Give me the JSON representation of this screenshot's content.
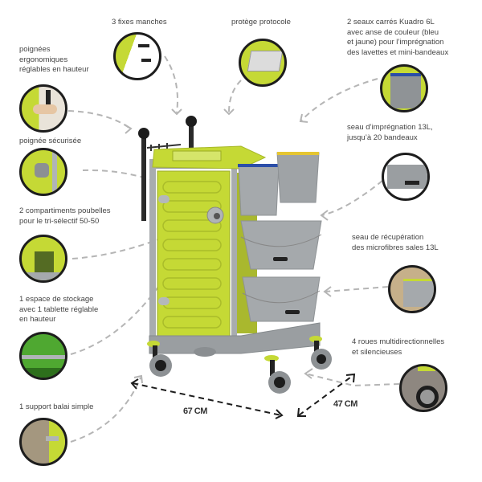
{
  "features": {
    "manches": "3 fixes manches",
    "protocole": "protège protocole",
    "poignees": [
      "poignées",
      "ergonomiques",
      "réglables en hauteur"
    ],
    "securisee": "poignée sécurisée",
    "compartiments": [
      "2 compartiments poubelles",
      "pour le tri-sélectif 50-50"
    ],
    "stockage": [
      "1 espace de stockage",
      "avec 1 tablette réglable",
      "en hauteur"
    ],
    "balai": "1 support balai simple",
    "seaux_kuadro": [
      "2 seaux carrés Kuadro 6L",
      "avec anse de couleur (bleu",
      "et jaune) pour l’imprégnation",
      "des lavettes et mini-bandeaux"
    ],
    "seau_impregnation": [
      "seau d’imprégnation 13L,",
      "jusqu’à 20 bandeaux"
    ],
    "seau_recuperation": [
      "seau de récupération",
      "des microfibres sales 13L"
    ],
    "roues": [
      "4 roues multidirectionnelles",
      "et silencieuses"
    ]
  },
  "dimensions": {
    "width": "67 CM",
    "depth": "47 CM"
  },
  "colors": {
    "lime": "#c5d935",
    "grey": "#a7abae",
    "dark": "#1d1d1d",
    "blue_handle": "#2b4ea8",
    "yellow_handle": "#e5c531"
  }
}
